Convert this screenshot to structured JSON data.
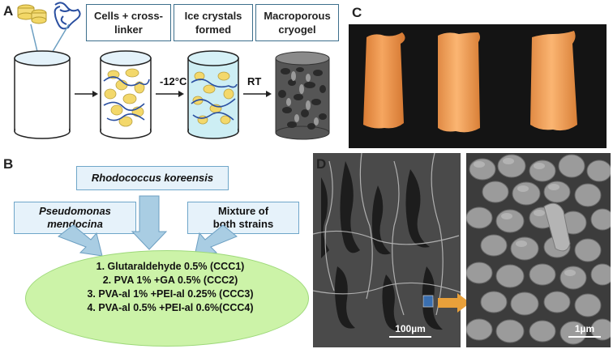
{
  "panel_a": {
    "letter": "A",
    "steps": [
      "Cells + cross-linker",
      "Ice crystals formed",
      "Macroporous cryogel"
    ],
    "temp_label": "-12°C",
    "rt_label": "RT"
  },
  "panel_c": {
    "letter": "C"
  },
  "panel_b": {
    "letter": "B",
    "top_strain": "Rhodococcus koreensis",
    "left_strain": "Pseudomonas mendocina",
    "right_box": "Mixture of both strains",
    "methods": [
      "1. Glutaraldehyde 0.5% (CCC1)",
      "2. PVA 1% +GA 0.5% (CCC2)",
      "3. PVA-al 1% +PEI-al 0.25% (CCC3)",
      "4. PVA-al 0.5% +PEI-al 0.6%(CCC4)"
    ]
  },
  "panel_d": {
    "letter": "D",
    "scale_left": "100µm",
    "scale_right": "1µm"
  },
  "colors": {
    "box_border": "#3d6f8c",
    "light_blue": "#e6f2fa",
    "ellipse_fill": "#ccf3a8",
    "arrow_orange": "#e8a03a",
    "cryogel_orange": "#f09a4c"
  }
}
